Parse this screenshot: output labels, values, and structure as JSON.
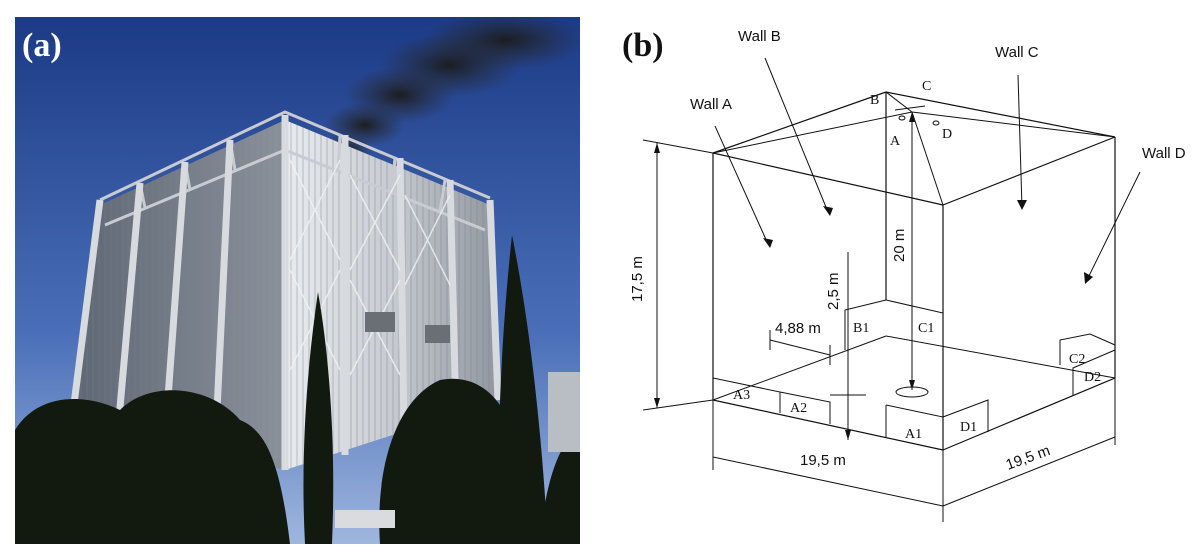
{
  "panels": {
    "photo_label": "(a)",
    "diagram_label": "(b)"
  },
  "walls": {
    "a": "Wall A",
    "b": "Wall B",
    "c": "Wall C",
    "d": "Wall D"
  },
  "corners": {
    "a": "A",
    "b": "B",
    "c": "C",
    "d": "D"
  },
  "dimensions": {
    "height_wall": "17,5 m",
    "height_total": "20 m",
    "sensor_height": "2,5 m",
    "offset": "4,88 m",
    "width_front": "19,5 m",
    "width_side": "19,5 m"
  },
  "openings": {
    "a1": "A1",
    "a2": "A2",
    "a3": "A3",
    "b1": "B1",
    "c1": "C1",
    "c2": "C2",
    "d1": "D1",
    "d2": "D2"
  },
  "colors": {
    "sky_top": "#1f3f8a",
    "sky_bottom": "#8aa6d6",
    "smoke": "#2a2a2a",
    "foliage": "#121a10",
    "facade": "#c9ccd1"
  }
}
